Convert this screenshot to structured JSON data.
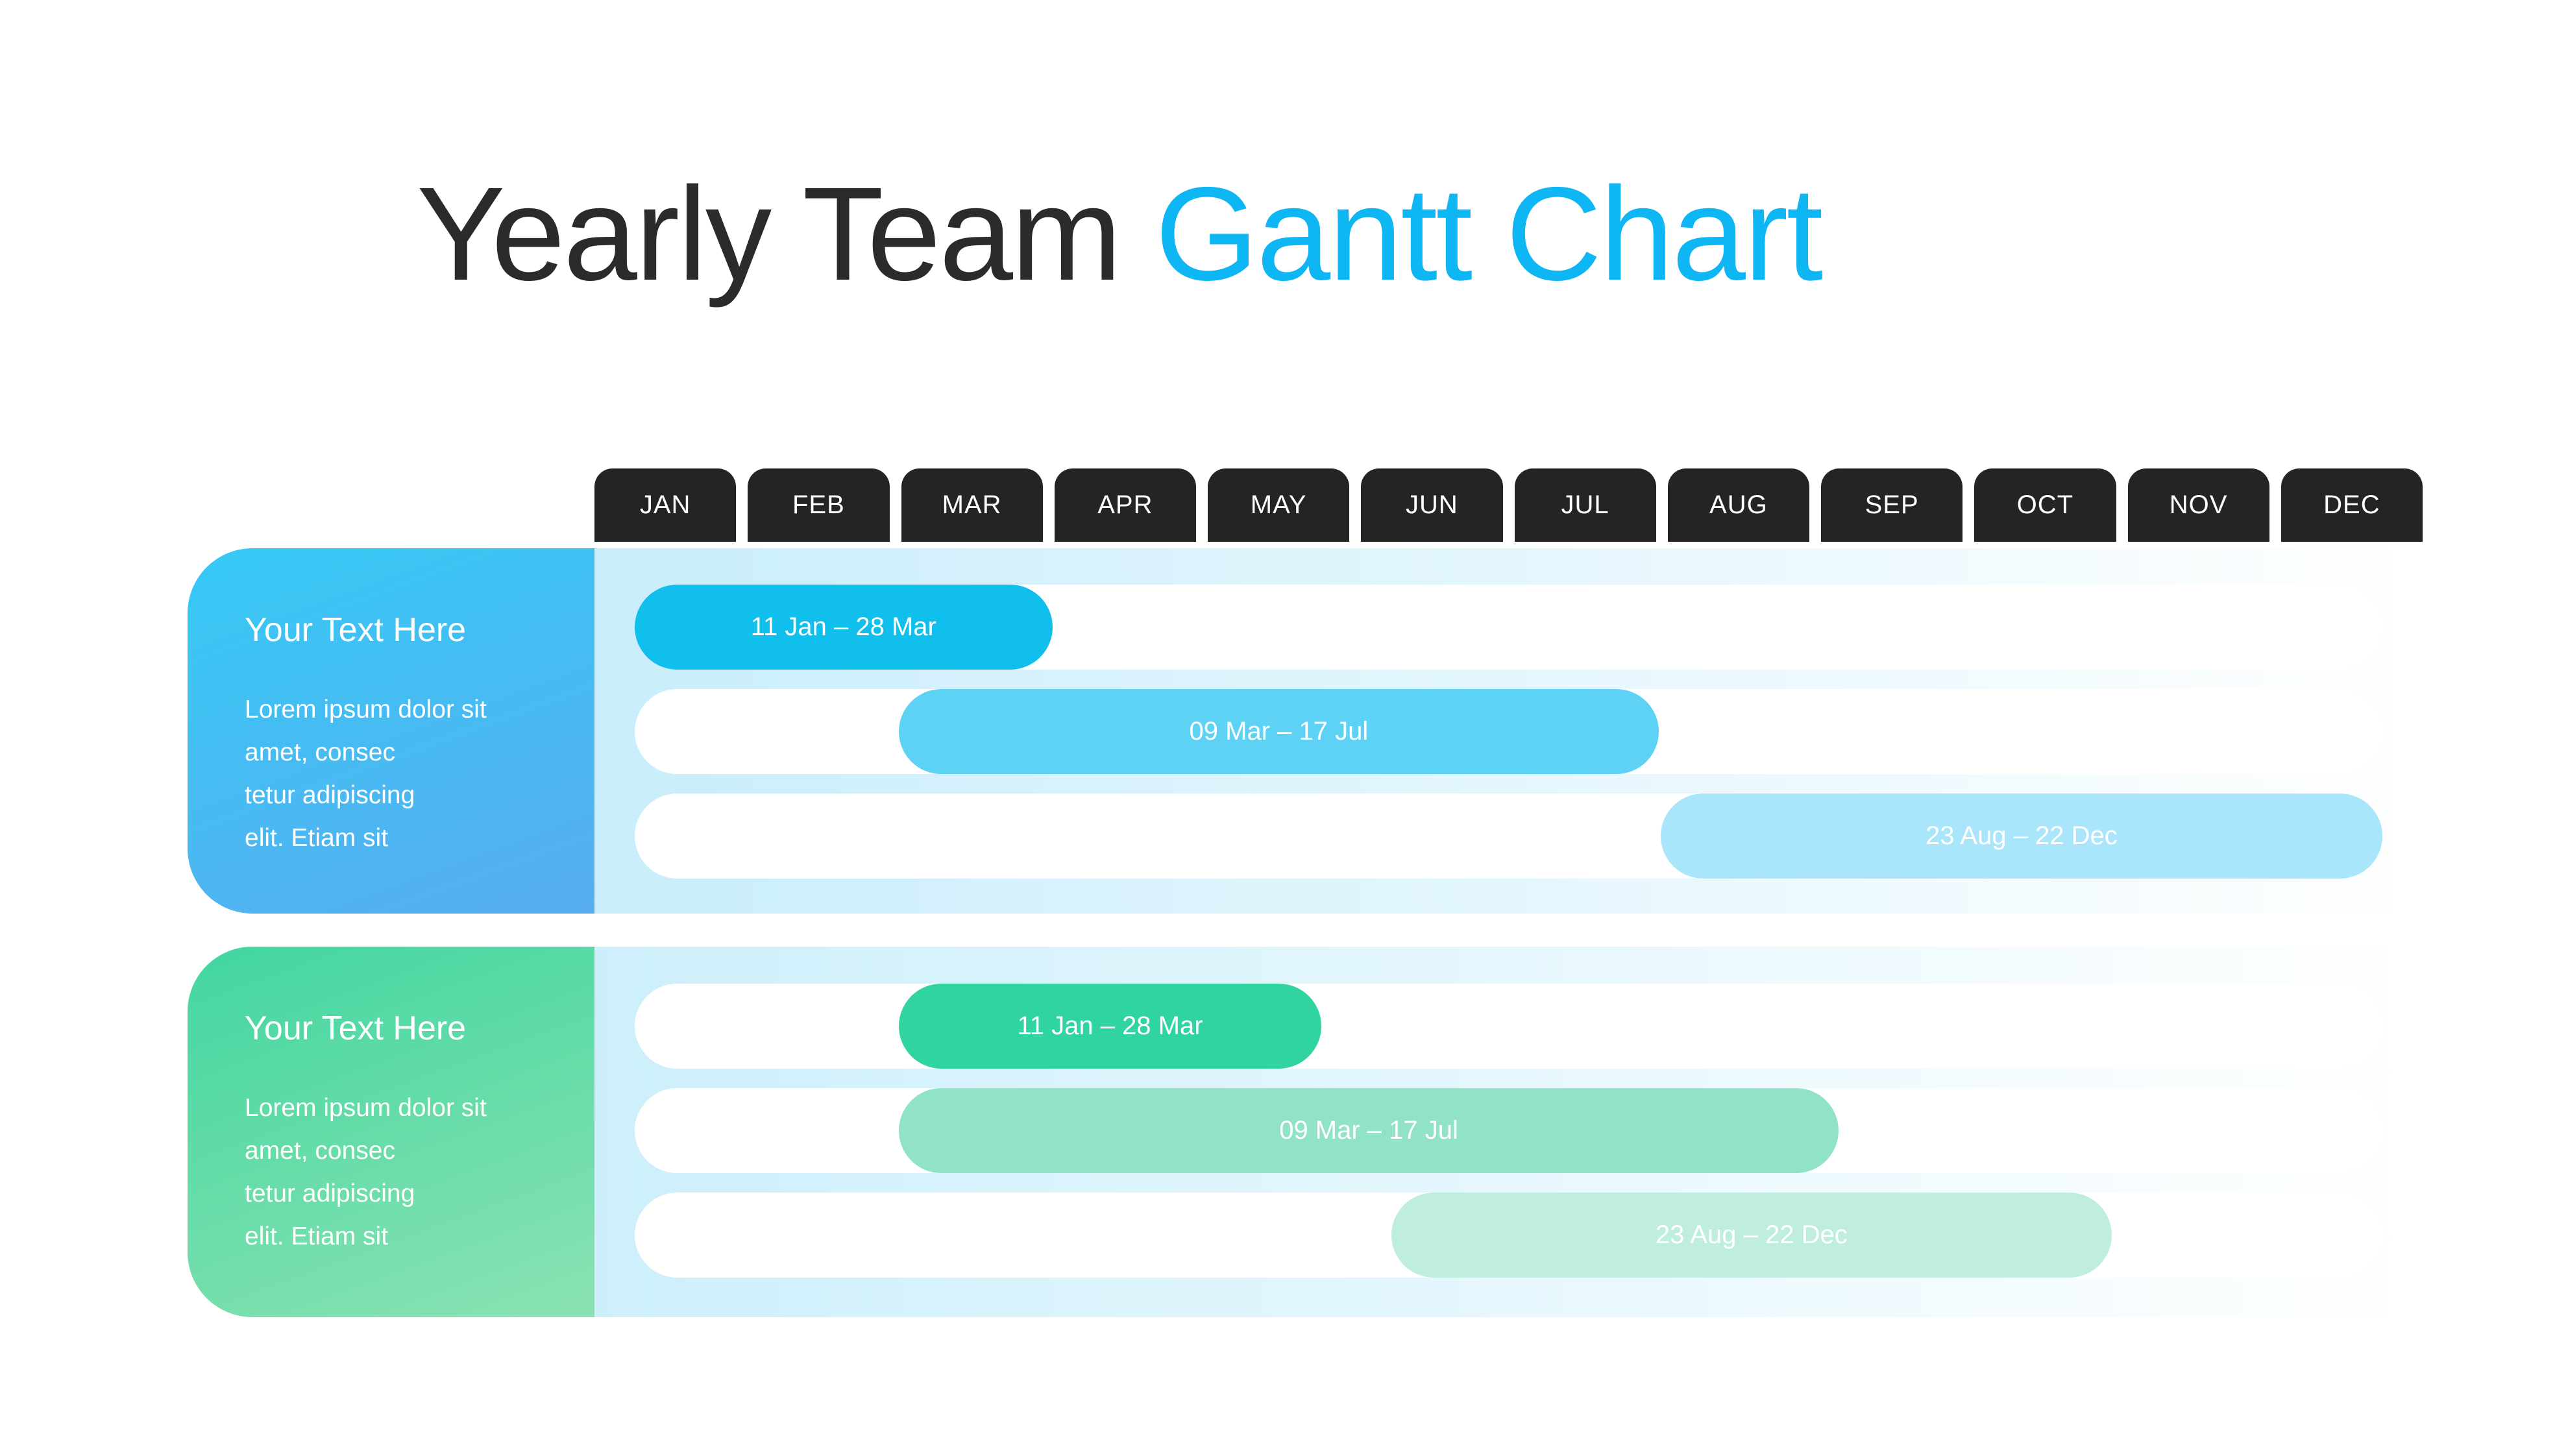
{
  "title": {
    "prefix": "Yearly Team ",
    "accent": "Gantt Chart",
    "prefix_color": "#2b2b2b",
    "accent_color": "#0eb6f3"
  },
  "month_tab_bg": "#242424",
  "months": [
    "JAN",
    "FEB",
    "MAR",
    "APR",
    "MAY",
    "JUN",
    "JUL",
    "AUG",
    "SEP",
    "OCT",
    "NOV",
    "DEC"
  ],
  "sections": [
    {
      "heading": "Your Text Here",
      "body_lines": [
        "Lorem ipsum dolor sit",
        "amet, consec",
        "tetur adipiscing",
        "elit. Etiam sit"
      ],
      "panel_gradient": [
        "#36c9f4",
        "#58adf0"
      ],
      "chart_gradient": [
        "#c9edfb",
        "#ffffff"
      ],
      "tasks": [
        {
          "label": "11 Jan – 28 Mar",
          "start_pct": 0,
          "width_pct": 23.9,
          "color": "#10bfec"
        },
        {
          "label": "09 Mar – 17 Jul",
          "start_pct": 15.1,
          "width_pct": 43.5,
          "color": "#5ed2f4"
        },
        {
          "label": "23 Aug – 22 Dec",
          "start_pct": 58.7,
          "width_pct": 41.3,
          "color": "#a9e5fb"
        }
      ]
    },
    {
      "heading": "Your Text Here",
      "body_lines": [
        "Lorem ipsum dolor sit",
        "amet, consec",
        "tetur adipiscing",
        "elit. Etiam sit"
      ],
      "panel_gradient": [
        "#42d6a0",
        "#8be2b2"
      ],
      "chart_gradient": [
        "#cdeffb",
        "#ffffff"
      ],
      "tasks": [
        {
          "label": "11 Jan – 28 Mar",
          "start_pct": 15.1,
          "width_pct": 24.2,
          "color": "#30d4a1"
        },
        {
          "label": "09 Mar – 17 Jul",
          "start_pct": 15.1,
          "width_pct": 53.8,
          "color": "#90e4c5"
        },
        {
          "label": "23 Aug – 22 Dec",
          "start_pct": 43.3,
          "width_pct": 41.2,
          "color": "#bfefdc"
        }
      ]
    }
  ],
  "chart_data": {
    "type": "bar",
    "subtype": "gantt",
    "title": "Yearly Team Gantt Chart",
    "x_axis_labels": [
      "JAN",
      "FEB",
      "MAR",
      "APR",
      "MAY",
      "JUN",
      "JUL",
      "AUG",
      "SEP",
      "OCT",
      "NOV",
      "DEC"
    ],
    "grid": false,
    "legend": false,
    "groups": [
      {
        "name": "Your Text Here",
        "description": "Lorem ipsum dolor sit amet, consec tetur adipiscing elit. Etiam sit",
        "tasks": [
          {
            "label": "11 Jan – 28 Mar",
            "start": "11 Jan",
            "end": "28 Mar"
          },
          {
            "label": "09 Mar – 17 Jul",
            "start": "09 Mar",
            "end": "17 Jul"
          },
          {
            "label": "23 Aug – 22 Dec",
            "start": "23 Aug",
            "end": "22 Dec"
          }
        ]
      },
      {
        "name": "Your Text Here",
        "description": "Lorem ipsum dolor sit amet, consec tetur adipiscing elit. Etiam sit",
        "tasks": [
          {
            "label": "11 Jan – 28 Mar",
            "start": "11 Jan",
            "end": "28 Mar"
          },
          {
            "label": "09 Mar – 17 Jul",
            "start": "09 Mar",
            "end": "17 Jul"
          },
          {
            "label": "23 Aug – 22 Dec",
            "start": "23 Aug",
            "end": "22 Dec"
          }
        ]
      }
    ]
  }
}
